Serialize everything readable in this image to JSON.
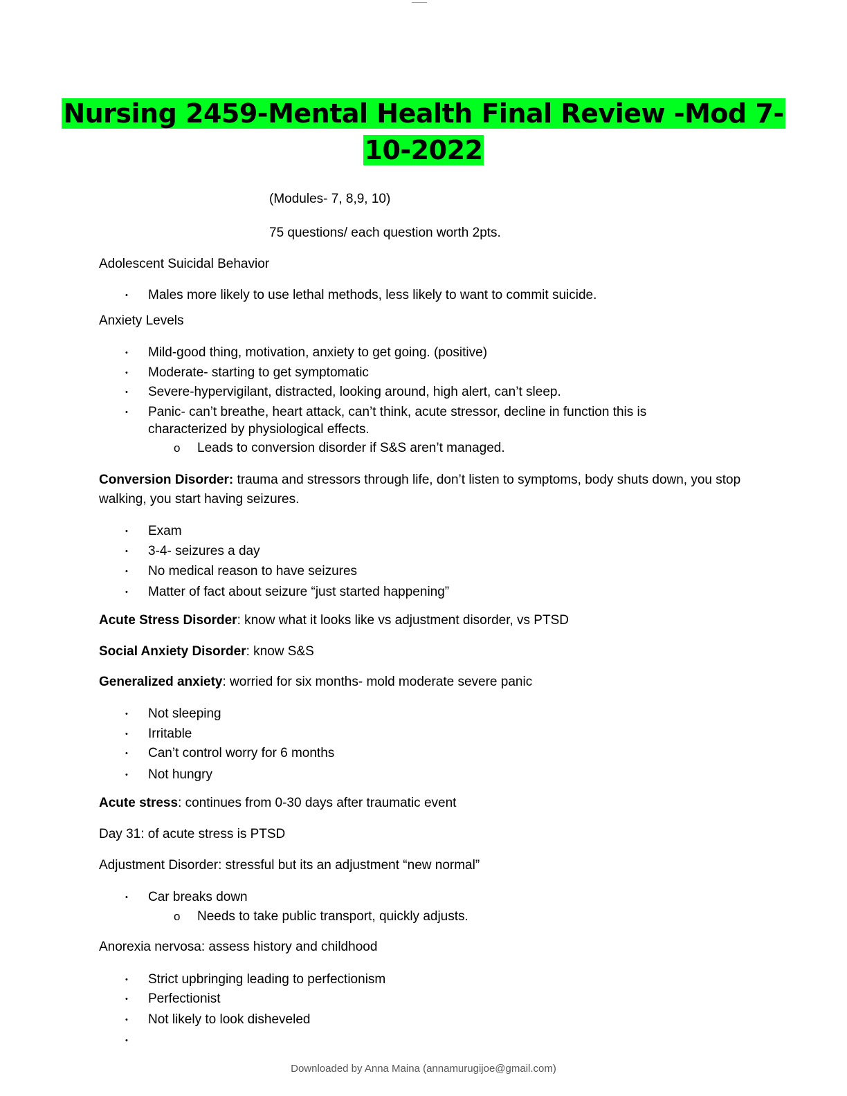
{
  "header_mark": "____",
  "title": {
    "line1": "Nursing 2459-Mental Health Final Review -Mod 7-",
    "line2": "10-2022"
  },
  "intro": {
    "modules": "(Modules- 7, 8,9, 10)",
    "questions": "75 questions/ each question worth 2pts."
  },
  "sections": {
    "adolescent": {
      "heading": "Adolescent Suicidal Behavior",
      "items": [
        "Males more likely to use lethal methods, less likely to want to commit suicide."
      ]
    },
    "anxiety": {
      "heading": "Anxiety Levels",
      "items": [
        "Mild-good thing, motivation, anxiety to get going. (positive)",
        "Moderate- starting to get symptomatic",
        "Severe-hypervigilant, distracted, looking around, high alert, can’t sleep.",
        "Panic- can’t breathe, heart attack, can’t think, acute stressor, decline in function this is",
        "characterized by physiological effects."
      ],
      "sub": "Leads to conversion disorder if S&S aren’t managed."
    },
    "conversion": {
      "term": "Conversion Disorder:",
      "text": " trauma and stressors through life, don’t listen to symptoms, body shuts down, you stop walking, you start having seizures.",
      "items": [
        "Exam",
        "3-4- seizures a day",
        "No medical reason to have seizures",
        "Matter of fact about seizure “just started happening”"
      ]
    },
    "acute_stress_disorder": {
      "term": "Acute Stress Disorder",
      "text": ": know what it looks like vs adjustment disorder, vs PTSD"
    },
    "social_anxiety": {
      "term": "Social Anxiety Disorder",
      "text": ": know S&S"
    },
    "generalized": {
      "term": "Generalized anxiety",
      "text": ": worried for six months- mold moderate severe panic",
      "items": [
        "Not sleeping",
        "Irritable",
        "Can’t control worry for 6 months",
        "Not hungry"
      ]
    },
    "acute_stress": {
      "term": "Acute stress",
      "text": ": continues from 0-30 days after traumatic event"
    },
    "day31": "Day 31: of acute stress is PTSD",
    "adjustment": {
      "heading": "Adjustment Disorder: stressful but its an adjustment “new normal”",
      "items": [
        "Car breaks down"
      ],
      "sub": "Needs to take public transport, quickly adjusts."
    },
    "anorexia": {
      "heading": "Anorexia nervosa: assess history and childhood",
      "items": [
        "Strict upbringing leading to perfectionism",
        "Perfectionist",
        "Not likely to look disheveled"
      ]
    }
  },
  "glyphs": {
    "bullet": "•",
    "sub_bullet": "o"
  },
  "colors": {
    "title_highlight": "#00ff1e"
  },
  "footer": "Downloaded by Anna Maina (annamurugijoe@gmail.com)"
}
